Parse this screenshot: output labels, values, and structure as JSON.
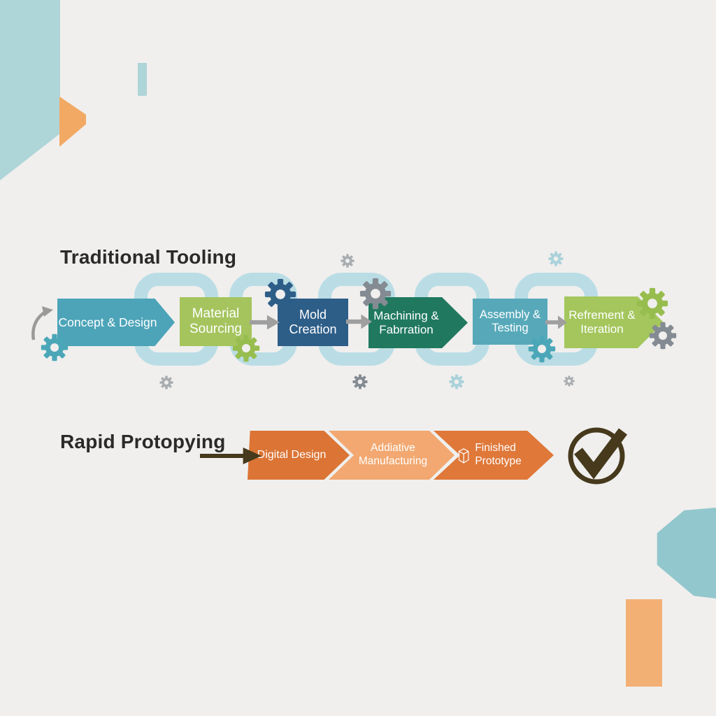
{
  "colors": {
    "background": "#f0efee",
    "deco_teal_light": "#aed5d8",
    "deco_teal_dark": "#92c7cd",
    "deco_orange": "#f2a964",
    "deco_orange_light": "#f3b075",
    "chain_link": "#badde5",
    "connector_gray": "#9f9f9f",
    "title_text": "#2b2a28",
    "brown": "#46391c",
    "gear_gray": "#848b92",
    "gear_gray_light": "#a9adb0",
    "gear_teal": "#4ba7b8",
    "gear_teal_light": "#aad2da",
    "gear_green": "#97bd4e",
    "gear_blue": "#2d5e88"
  },
  "traditional": {
    "title": "Traditional Tooling",
    "steps": [
      {
        "label": "Concept & Design",
        "color": "#4da4b8"
      },
      {
        "label": "Material Sourcing",
        "color": "#a5c45e"
      },
      {
        "label": "Mold Creation",
        "color": "#2d5e88"
      },
      {
        "label": "Machining & Fabrration",
        "color": "#20795f"
      },
      {
        "label": "Assembly & Testing",
        "color": "#57a9ba"
      },
      {
        "label": "Refrement & Iteration",
        "color": "#a4c65d"
      }
    ]
  },
  "rapid": {
    "title": "Rapid Protopying",
    "steps": [
      {
        "label": "Digital Design",
        "color": "#db7434"
      },
      {
        "label": "Addiative Manufacturing",
        "color": "#f2a870"
      },
      {
        "label": "Finished Prototype",
        "color": "#df7839"
      }
    ]
  }
}
